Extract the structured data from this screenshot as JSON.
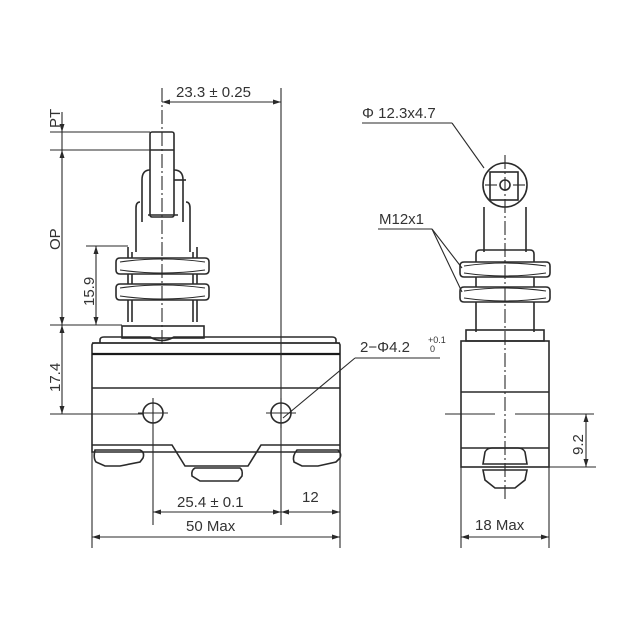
{
  "drawing": {
    "subject": "Roller plunger micro switch dimensional drawing",
    "views": [
      "front-view",
      "side-view"
    ],
    "line_color": "#2a2a2a",
    "text_color": "#333333",
    "background": "#ffffff"
  },
  "front_view": {
    "dimensions": {
      "pt": "PT",
      "op": "OP",
      "plunger_height": "15.9",
      "body_height": "17.4",
      "plunger_to_hole": "23.3 ± 0.25",
      "hole_spacing": "25.4 ± 0.1",
      "hole_to_edge": "12",
      "overall_width": "50 Max"
    },
    "callouts": {
      "mounting_holes": "2−Φ4.2",
      "hole_tol_upper": "+0.1",
      "hole_tol_lower": "0"
    }
  },
  "side_view": {
    "dimensions": {
      "overall_width": "18 Max",
      "hole_height": "9.2"
    },
    "callouts": {
      "roller": "Φ 12.3x4.7",
      "thread": "M12x1"
    }
  }
}
